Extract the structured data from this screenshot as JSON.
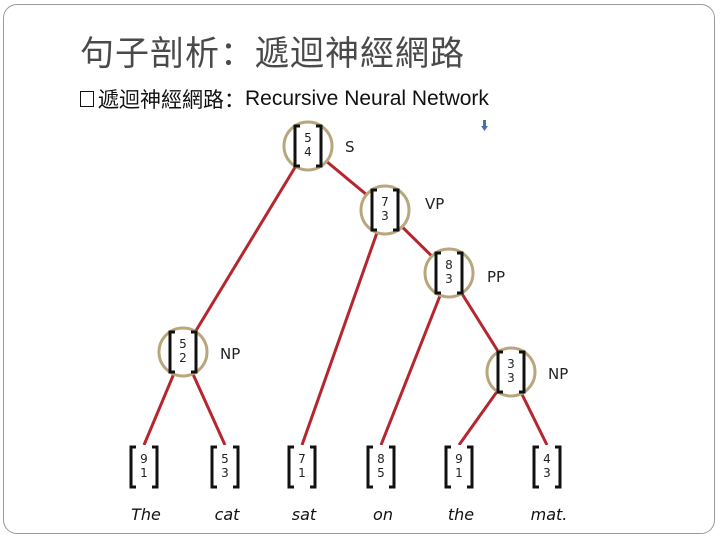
{
  "slide": {
    "title": "句子剖析：遞迴神經網路",
    "bullet": {
      "prefix": "遞迴神經網路：",
      "text": "Recursive Neural Network"
    }
  },
  "tree": {
    "edge_color": "#b5262f",
    "circle_color": "#b9a67c",
    "nodes": [
      {
        "id": "S",
        "label": "S",
        "vector": [
          "5",
          "4"
        ]
      },
      {
        "id": "VP",
        "label": "VP",
        "vector": [
          "7",
          "3"
        ]
      },
      {
        "id": "PP",
        "label": "PP",
        "vector": [
          "8",
          "3"
        ]
      },
      {
        "id": "NP1",
        "label": "NP",
        "vector": [
          "5",
          "2"
        ]
      },
      {
        "id": "NP2",
        "label": "NP",
        "vector": [
          "3",
          "3"
        ]
      }
    ],
    "leaves": [
      {
        "id": "w1",
        "word": "The",
        "vector": [
          "9",
          "1"
        ]
      },
      {
        "id": "w2",
        "word": "cat",
        "vector": [
          "5",
          "3"
        ]
      },
      {
        "id": "w3",
        "word": "sat",
        "vector": [
          "7",
          "1"
        ]
      },
      {
        "id": "w4",
        "word": "on",
        "vector": [
          "8",
          "5"
        ]
      },
      {
        "id": "w5",
        "word": "the",
        "vector": [
          "9",
          "1"
        ]
      },
      {
        "id": "w6",
        "word": "mat.",
        "vector": [
          "4",
          "3"
        ]
      }
    ],
    "edges": [
      [
        "S",
        "VP"
      ],
      [
        "S",
        "NP1"
      ],
      [
        "VP",
        "PP"
      ],
      [
        "VP",
        "w3"
      ],
      [
        "PP",
        "w4"
      ],
      [
        "PP",
        "NP2"
      ],
      [
        "NP1",
        "w1"
      ],
      [
        "NP1",
        "w2"
      ],
      [
        "NP2",
        "w5"
      ],
      [
        "NP2",
        "w6"
      ]
    ]
  }
}
